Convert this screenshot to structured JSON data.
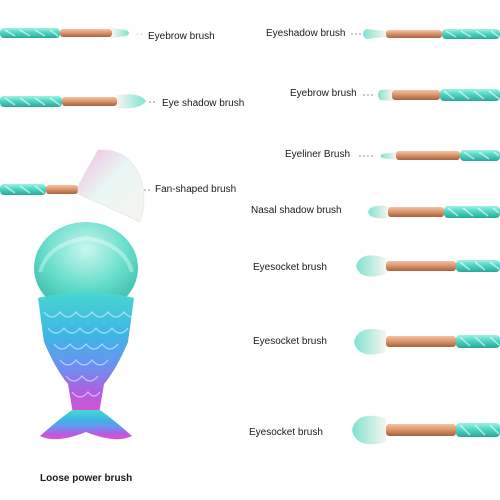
{
  "labels": {
    "eyebrow_left": "Eyebrow brush",
    "eye_shadow_left": "Eye shadow brush",
    "fan_shaped": "Fan-shaped brush",
    "loose_power": "Loose power brush",
    "eyeshadow_right": "Eyeshadow brush",
    "eyebrow_right": "Eyebrow brush",
    "eyeliner_right": "Eyeliner Brush",
    "nasal_shadow_right": "Nasal shadow brush",
    "eyesocket_1": "Eyesocket brush",
    "eyesocket_2": "Eyesocket brush",
    "eyesocket_3": "Eyesocket brush"
  },
  "colors": {
    "handle_teal": "#4fd6c4",
    "handle_dark": "#2aa79a",
    "ferrule_copper": "#d9936a",
    "bristle_white": "#f7f4f0",
    "bristle_mint": "#7fe3d0",
    "mermaid_pink": "#d24fd8",
    "mermaid_blue": "#3fb4e6"
  }
}
